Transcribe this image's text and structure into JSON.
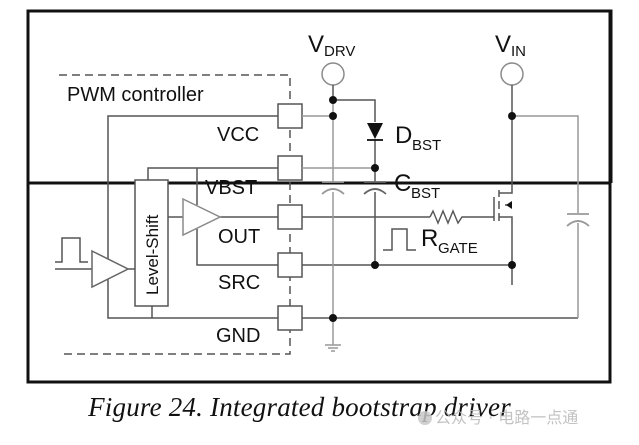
{
  "figure": {
    "caption": "Figure 24. Integrated bootstrap driver",
    "watermark": "公众号 · 电路一点通"
  },
  "controller": {
    "title": "PWM controller",
    "block_label": "Level-Shift",
    "pins": [
      "VCC",
      "VBST",
      "OUT",
      "SRC",
      "GND"
    ]
  },
  "supplies": {
    "vdrv": {
      "main": "V",
      "sub": "DRV"
    },
    "vin": {
      "main": "V",
      "sub": "IN"
    }
  },
  "components": {
    "diode": {
      "main": "D",
      "sub": "BST"
    },
    "cap": {
      "main": "C",
      "sub": "BST"
    },
    "resistor": {
      "main": "R",
      "sub": "GATE"
    }
  },
  "colors": {
    "wire": "#555555",
    "light_wire": "#9a9a9a",
    "frame": "#111111"
  }
}
